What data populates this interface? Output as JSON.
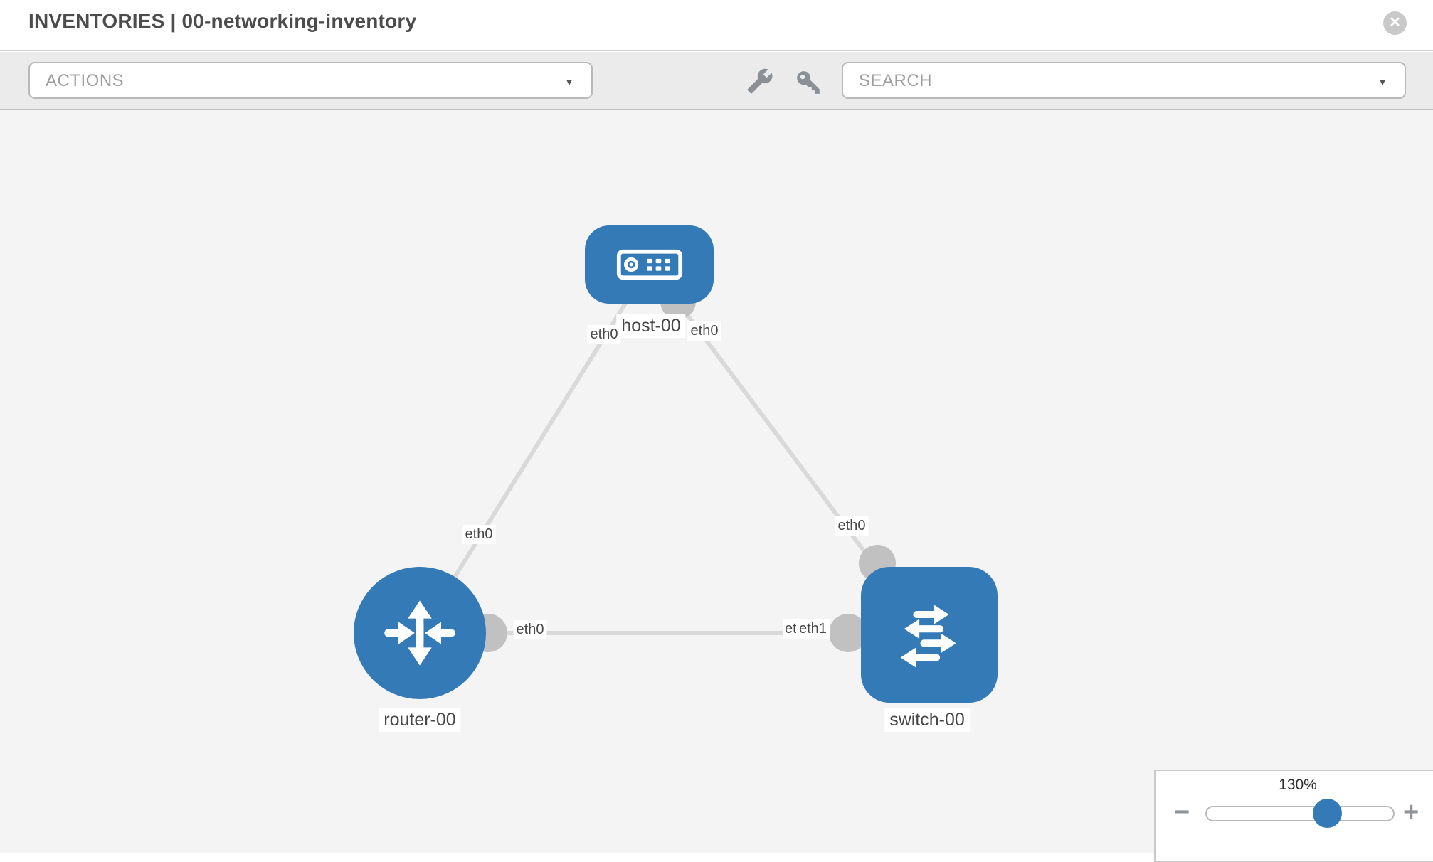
{
  "header": {
    "title": "INVENTORIES | 00-networking-inventory"
  },
  "toolbar": {
    "actions_label": "ACTIONS",
    "search_label": "SEARCH"
  },
  "icons": {
    "close": "✕",
    "caret_down": "▼",
    "zoom_out": "−",
    "zoom_in": "+"
  },
  "zoom_control": {
    "level": "130%"
  },
  "topology": {
    "nodes": [
      {
        "id": "host-00",
        "type": "host",
        "label": "host-00"
      },
      {
        "id": "router-00",
        "type": "router",
        "label": "router-00"
      },
      {
        "id": "switch-00",
        "type": "switch",
        "label": "switch-00"
      }
    ],
    "edges": [
      {
        "from": "host-00",
        "to": "router-00",
        "from_if": "eth0",
        "to_if": "eth0"
      },
      {
        "from": "host-00",
        "to": "switch-00",
        "from_if": "eth0",
        "to_if": "eth0"
      },
      {
        "from": "router-00",
        "to": "switch-00",
        "from_if": "eth0",
        "to_if": "eth1"
      }
    ]
  },
  "colors": {
    "node_blue": "#337ab7",
    "edge_gray": "#d9d9d9",
    "port_gray": "#c1c1c1"
  }
}
